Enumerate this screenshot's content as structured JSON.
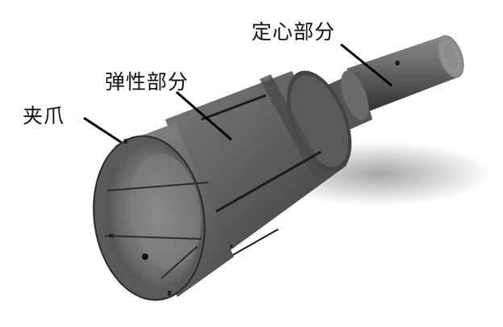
{
  "labels": {
    "jaw": "夹爪",
    "elastic": "弹性部分",
    "centering": "定心部分"
  }
}
